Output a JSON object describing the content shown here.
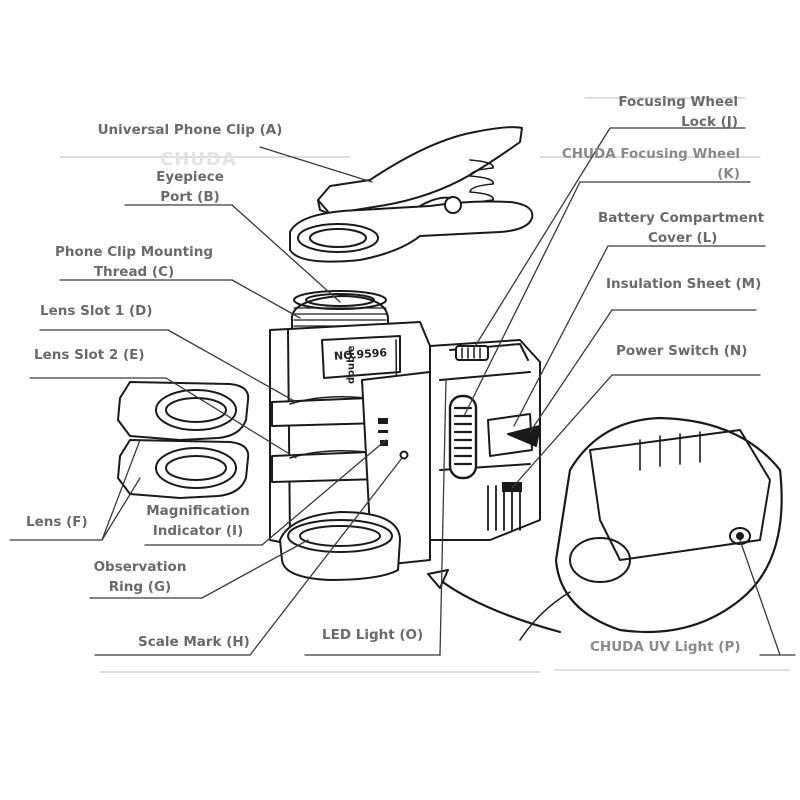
{
  "watermark": "CHUDA",
  "device": {
    "model_number": "NO.9596",
    "brand_mark": "double"
  },
  "labels": {
    "a": "Universal Phone Clip (A)",
    "b_line1": "Eyepiece",
    "b_line2": "Port (B)",
    "c_line1": "Phone Clip Mounting",
    "c_line2": "Thread (C)",
    "d": "Lens Slot 1 (D)",
    "e": "Lens Slot 2 (E)",
    "f": "Lens (F)",
    "g_line1": "Observation",
    "g_line2": "Ring (G)",
    "h": "Scale Mark (H)",
    "i_line1": "Magnification",
    "i_line2": "Indicator (I)",
    "j_line1": "Focusing Wheel",
    "j_line2": "Lock (J)",
    "k_line1": "CHUDA Focusing Wheel",
    "k_line2": "(K)",
    "l_line1": "Battery Compartment",
    "l_line2": "Cover (L)",
    "m": "Insulation Sheet (M)",
    "n": "Power Switch (N)",
    "o": "LED Light (O)",
    "p": "CHUDA UV Light (P)"
  }
}
